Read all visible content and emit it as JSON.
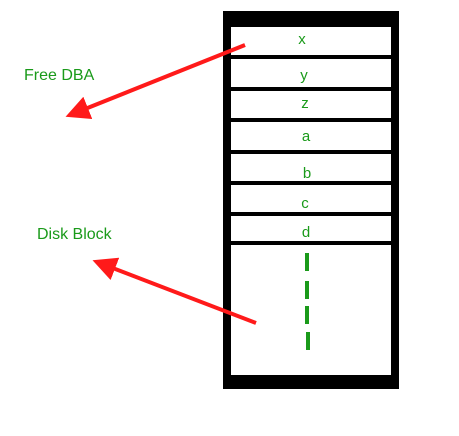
{
  "colors": {
    "frame": "#000000",
    "text": "#1a9a1a",
    "arrow": "#ff1a1a",
    "dash": "#1a9a1a",
    "background": "#ffffff"
  },
  "labels": {
    "free_dba": "Free DBA",
    "disk_block": "Disk Block"
  },
  "block": {
    "entries": [
      "x",
      "y",
      "z",
      "a",
      "b",
      "c",
      "d"
    ]
  }
}
